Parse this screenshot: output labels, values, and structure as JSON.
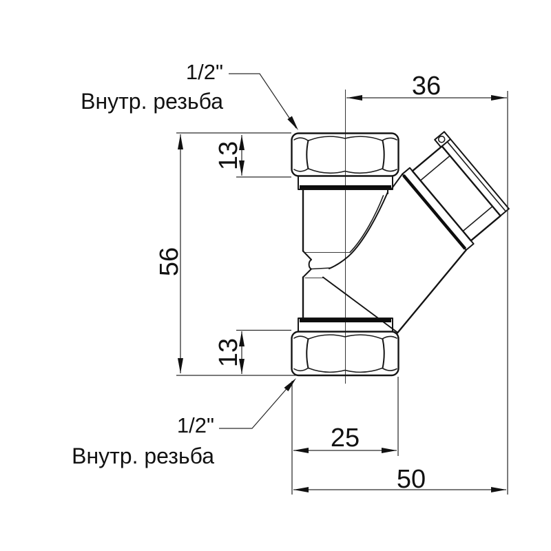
{
  "drawing": {
    "title": "Y-strainer fitting dimension drawing",
    "thread_labels": {
      "top": {
        "size": "1/2\"",
        "type": "Внутр. резьба"
      },
      "bottom": {
        "size": "1/2\"",
        "type": "Внутр. резьба"
      }
    },
    "dimensions": {
      "branch_offset": "36",
      "total_height": "56",
      "nut_height_top": "13",
      "nut_height_bottom": "13",
      "body_width": "25",
      "total_width": "50"
    },
    "colors": {
      "background": "#ffffff",
      "part_line": "#141414",
      "dimension_line": "#2b2b2b",
      "text": "#111111"
    }
  }
}
